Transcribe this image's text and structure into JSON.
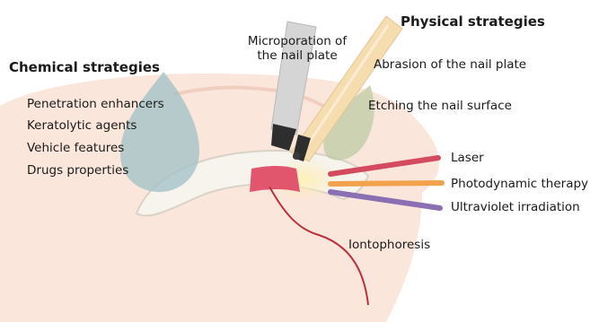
{
  "headings": {
    "chemical": "Chemical strategies",
    "physical": "Physical strategies"
  },
  "chemical_items": [
    "Penetration enhancers",
    "Keratolytic agents",
    "Vehicle features",
    "Drugs properties"
  ],
  "physical_items": {
    "microporation": [
      "Microporation of",
      "the nail plate"
    ],
    "abrasion": "Abrasion of the nail plate",
    "etching": "Etching the nail surface",
    "laser": "Laser",
    "photodynamic": "Photodynamic therapy",
    "ultraviolet": "Ultraviolet irradiation",
    "iontophoresis": "Iontophoresis"
  },
  "colors": {
    "skin": "#fbe6db",
    "nail_plate": "#f7f4ee",
    "nail_edge": "#d9d2c6",
    "chemical_drop": "#9fbfc5",
    "etching_drop": "#c3ceaa",
    "file": "#f6ddb0",
    "device": "#d5d5d5",
    "drug_patch": "#e2566d",
    "laser": "#d44a5f",
    "photodynamic": "#f2a24d",
    "ultraviolet": "#8b6fb3",
    "iontophoresis_wire": "#b9323c"
  }
}
